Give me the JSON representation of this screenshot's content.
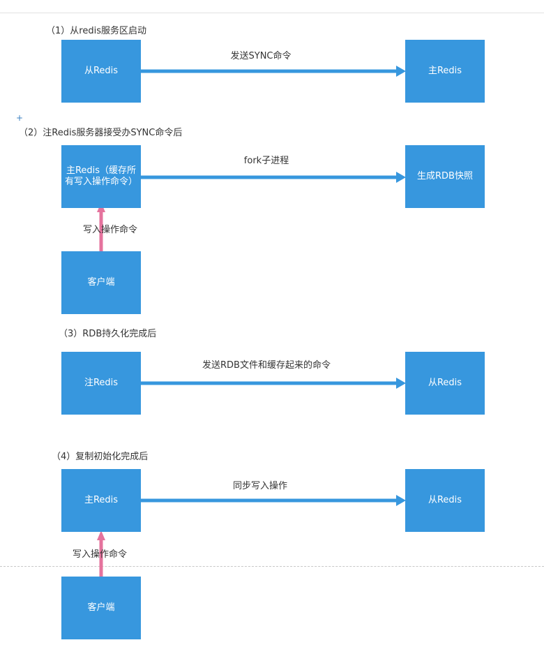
{
  "sections": [
    {
      "heading": "（1）从redis服务区启动",
      "left_box": "从Redis",
      "right_box": "主Redis",
      "arrow_label": "发送SYNC命令"
    },
    {
      "heading": "（2）注Redis服务器接受办SYNC命令后",
      "left_box": "主Redis（缓存所有写入操作命令）",
      "right_box": "生成RDB快照",
      "arrow_label": "fork子进程",
      "client_box": "客户端",
      "client_label": "写入操作命令"
    },
    {
      "heading": "（3）RDB持久化完成后",
      "left_box": "注Redis",
      "right_box": "从Redis",
      "arrow_label": "发送RDB文件和缓存起来的命令"
    },
    {
      "heading": "（4）复制初始化完成后",
      "left_box": "主Redis",
      "right_box": "从Redis",
      "arrow_label": "同步写入操作",
      "client_box": "客户端",
      "client_label": "写入操作命令"
    }
  ],
  "plus_mark": "+",
  "colors": {
    "box": "#3797de",
    "arrow": "#3797de",
    "client_arrow": "#e5739d"
  }
}
